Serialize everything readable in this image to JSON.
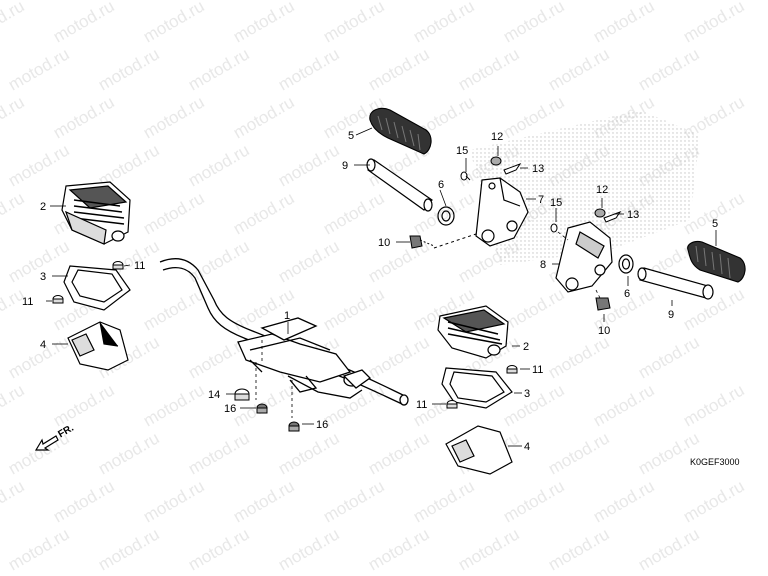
{
  "watermark": "motod.ru",
  "diagram_code": "K0GEF3000",
  "direction_label": "FR.",
  "colors": {
    "line": "#000000",
    "watermark": "#e8e8e8",
    "rubber": "#333333",
    "stipple": "#bdbdbd"
  },
  "callouts": [
    {
      "id": "c1",
      "text": "1"
    },
    {
      "id": "c2a",
      "text": "2"
    },
    {
      "id": "c2b",
      "text": "2"
    },
    {
      "id": "c3a",
      "text": "3"
    },
    {
      "id": "c3b",
      "text": "3"
    },
    {
      "id": "c4a",
      "text": "4"
    },
    {
      "id": "c4b",
      "text": "4"
    },
    {
      "id": "c5a",
      "text": "5"
    },
    {
      "id": "c5b",
      "text": "5"
    },
    {
      "id": "c6a",
      "text": "6"
    },
    {
      "id": "c6b",
      "text": "6"
    },
    {
      "id": "c7",
      "text": "7"
    },
    {
      "id": "c8",
      "text": "8"
    },
    {
      "id": "c9a",
      "text": "9"
    },
    {
      "id": "c9b",
      "text": "9"
    },
    {
      "id": "c10a",
      "text": "10"
    },
    {
      "id": "c10b",
      "text": "10"
    },
    {
      "id": "c11a",
      "text": "11"
    },
    {
      "id": "c11b",
      "text": "11"
    },
    {
      "id": "c11c",
      "text": "11"
    },
    {
      "id": "c11d",
      "text": "11"
    },
    {
      "id": "c12a",
      "text": "12"
    },
    {
      "id": "c12b",
      "text": "12"
    },
    {
      "id": "c13a",
      "text": "13"
    },
    {
      "id": "c13b",
      "text": "13"
    },
    {
      "id": "c14",
      "text": "14"
    },
    {
      "id": "c15a",
      "text": "15"
    },
    {
      "id": "c15b",
      "text": "15"
    },
    {
      "id": "c16a",
      "text": "16"
    },
    {
      "id": "c16b",
      "text": "16"
    }
  ]
}
